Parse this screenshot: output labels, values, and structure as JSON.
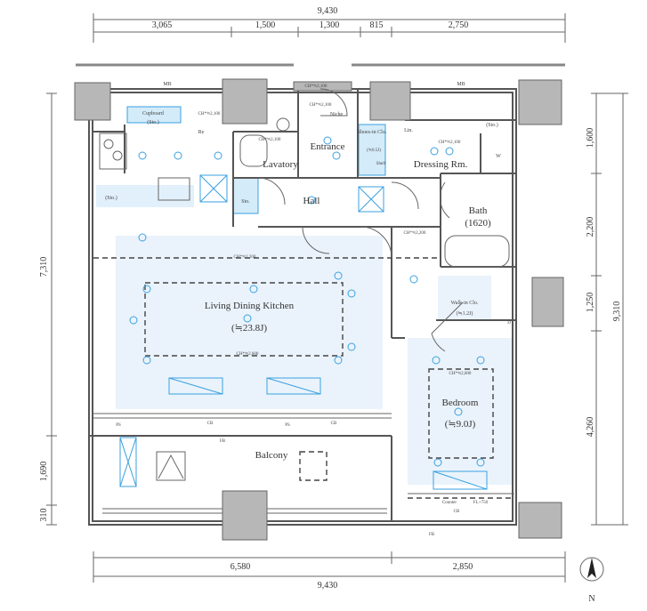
{
  "dimensions": {
    "top_total": "9,430",
    "top_segments": [
      "3,065",
      "1,500",
      "1,300",
      "815",
      "2,750"
    ],
    "bottom_total": "9,430",
    "bottom_segments": [
      "6,580",
      "2,850"
    ],
    "left_segments": [
      "7,310",
      "1,690",
      "310"
    ],
    "right_total": "9,310",
    "right_segments": [
      "1,600",
      "2,200",
      "1,250",
      "4,260"
    ]
  },
  "rooms": {
    "ldk": {
      "name": "Living Dining Kitchen",
      "area": "(≒23.8J)"
    },
    "bedroom": {
      "name": "Bedroom",
      "area": "(≒9.0J)"
    },
    "walkin": {
      "name": "Walk-in Clo.",
      "area": "(≒1.2J)"
    },
    "bath": {
      "name": "Bath",
      "size": "(1620)"
    },
    "dressing": "Dressing Rm.",
    "entrance": "Entrance",
    "lavatory": "Lavatory",
    "hall": "Hall",
    "balcony": "Balcony",
    "shoes": {
      "name": "Shoes-in Clo.",
      "area": "(≒0.5J)",
      "shelf": "Shelf"
    }
  },
  "labels": {
    "mb_left": "MB",
    "mb_right": "MB",
    "cupboard": "Cupboard",
    "cupboard_sto": "(Sto.)",
    "re": "Re",
    "sto_kitchen": "(Sto.)",
    "sto_hall": "Sto.",
    "sto_dressing": "(Sto.)",
    "lin": "Lin.",
    "w": "W",
    "d": "D",
    "niche": "Niche",
    "ch_2100_a": "CH*≒2,100",
    "ch_2100_b": "CH*≒2,100",
    "ch_2100_c": "CH*≒2,100",
    "ch_2100_d": "CH*≒2,100",
    "ch_2100_e": "CH*≒2,100",
    "ch_2200_hall": "CH*≒2,200",
    "ch_2200_ldk": "CH*≒2,200",
    "ch_2600_ldk": "CH*≒2,600",
    "ch_2600_bed": "CH*≒2,600",
    "ps_left": "PS",
    "ps_mid": "PS",
    "cb_left": "CB",
    "cb_mid": "CB",
    "cb_bed": "CB",
    "fb_left": "FB",
    "fb_right": "FB",
    "counter": "Counter",
    "counter_fl": "FL+750",
    "north": "N"
  }
}
